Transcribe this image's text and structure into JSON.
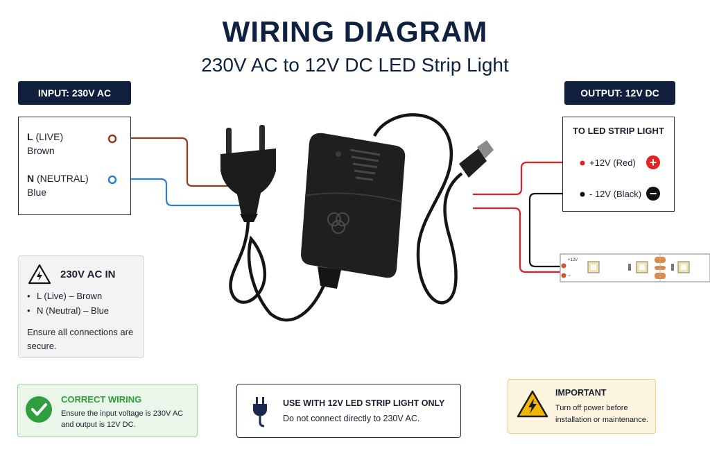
{
  "header": {
    "title": "WIRING DIAGRAM",
    "subtitle": "230V AC to 12V DC LED Strip Light"
  },
  "input": {
    "label": "INPUT: 230V AC",
    "live_letter": "L",
    "live_name": "(LIVE)",
    "live_color": "Brown",
    "neutral_letter": "N",
    "neutral_name": "(NEUTRAL)",
    "neutral_color": "Blue"
  },
  "output": {
    "label": "OUTPUT: 12V DC",
    "box_title": "TO LED STRIP LIGHT",
    "positive": "+12V (Red)",
    "negative": "- 12V (Black)"
  },
  "strip": {
    "plus_label": "+12V",
    "minus_label": "−"
  },
  "info": {
    "title": "230V AC IN",
    "items": [
      "L (Live) – Brown",
      "N (Neutral) – Blue"
    ],
    "note": "Ensure all connections are secure."
  },
  "cards": {
    "correct_title": "CORRECT WIRING",
    "correct_text": "Ensure the input voltage is 230V AC and output is 12V DC.",
    "use_title": "USE WITH 12V LED STRIP LIGHT ONLY",
    "use_text": "Do not connect directly to 230V AC.",
    "important_title": "IMPORTANT",
    "important_text": "Turn off power before installation or maintenance."
  },
  "colors": {
    "navy": "#0f1f3d",
    "live_wire": "#8b3a1a",
    "neutral_wire": "#2a7fd4",
    "positive_wire": "#e02020",
    "negative_wire": "#111111",
    "ok_green": "#2e9e3e",
    "warn_amber": "#f2b705"
  }
}
